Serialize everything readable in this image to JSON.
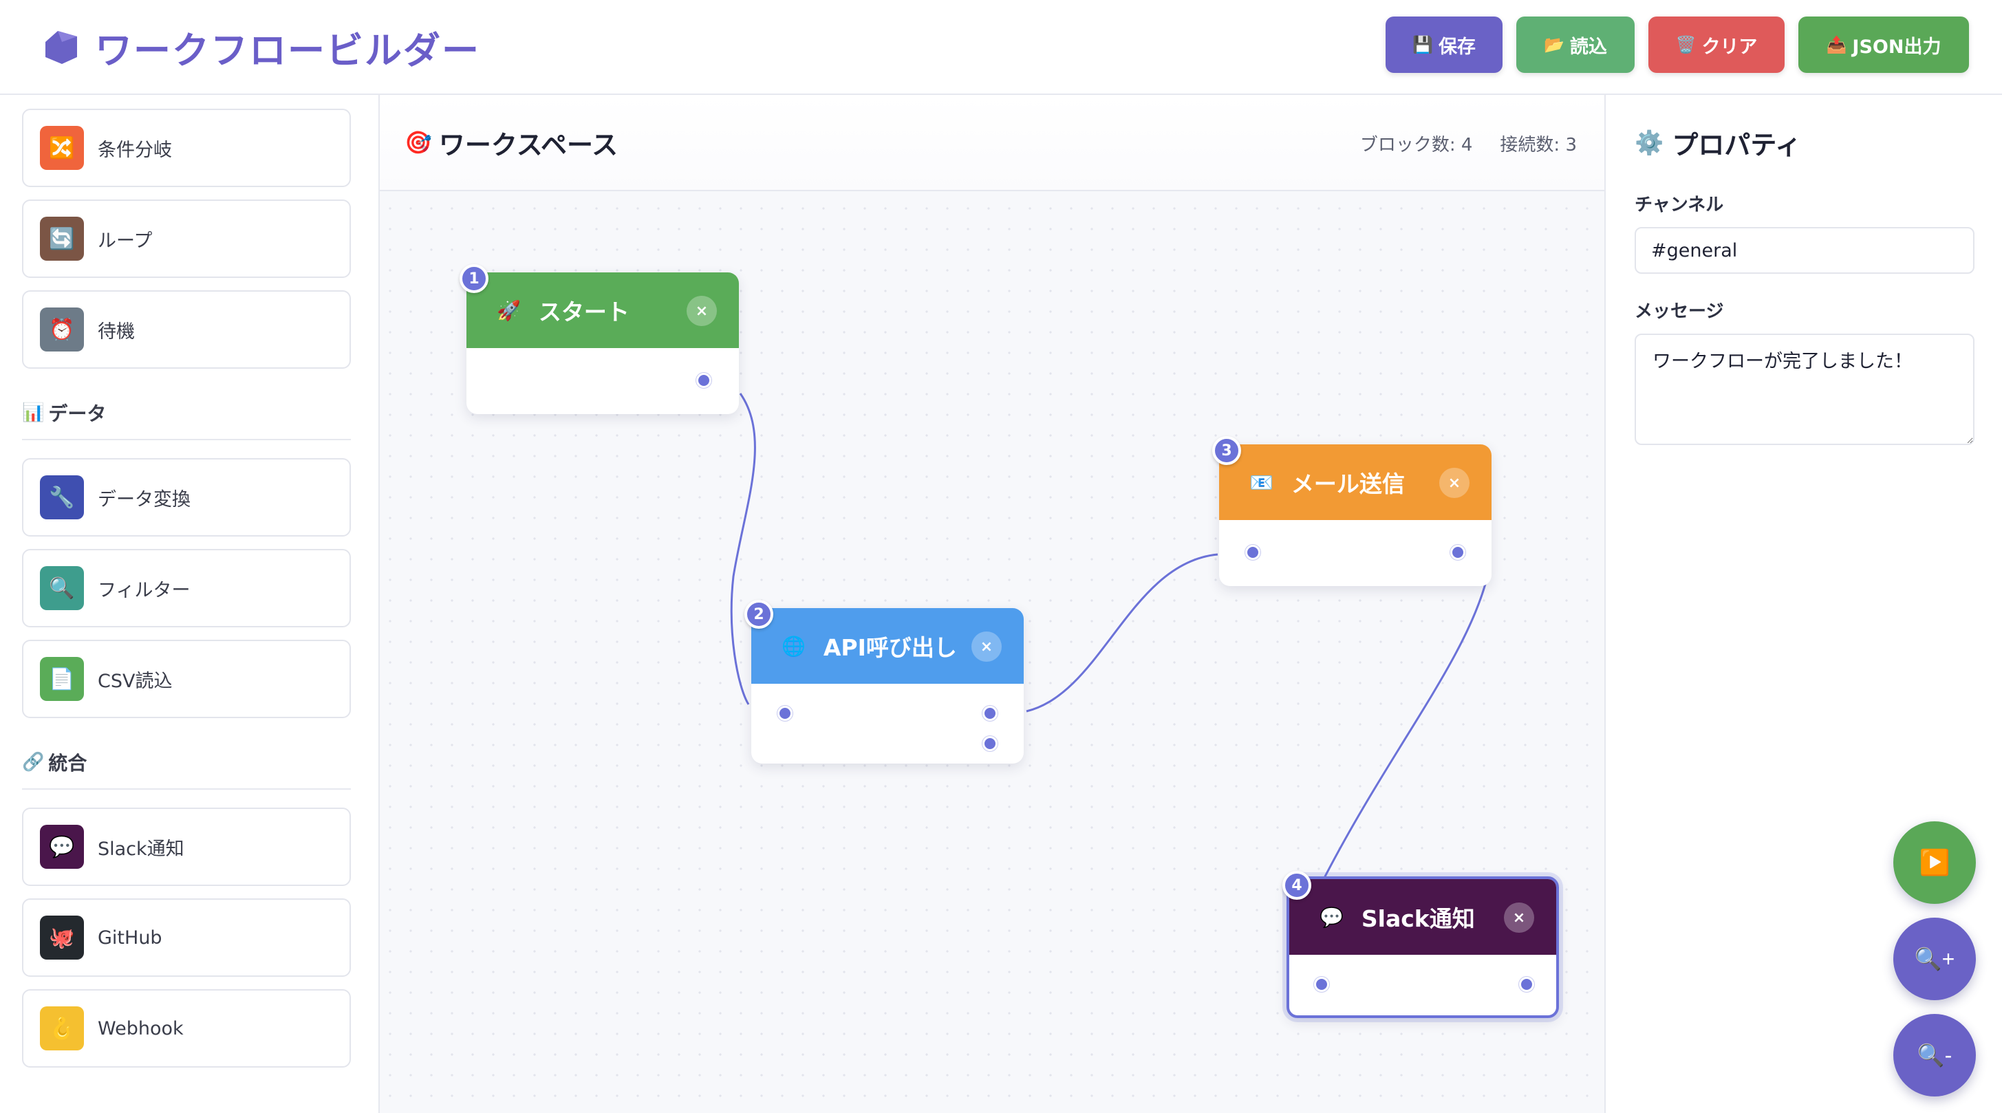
{
  "header": {
    "title": "ワークフロービルダー",
    "buttons": {
      "save": {
        "icon": "💾",
        "label": "保存"
      },
      "load": {
        "icon": "📂",
        "label": "読込"
      },
      "clear": {
        "icon": "🗑️",
        "label": "クリア"
      },
      "json": {
        "icon": "📤",
        "label": "JSON出力"
      }
    }
  },
  "sidebar": {
    "items_top": [
      {
        "label": "条件分岐",
        "icon": "🔀",
        "color": "#f0643c"
      },
      {
        "label": "ループ",
        "icon": "🔄",
        "color": "#7b5545"
      },
      {
        "label": "待機",
        "icon": "⏰",
        "color": "#6d7b88"
      }
    ],
    "data_category": {
      "icon": "📊",
      "label": "データ"
    },
    "items_data": [
      {
        "label": "データ変換",
        "icon": "🔧",
        "color": "#3f4fb0"
      },
      {
        "label": "フィルター",
        "icon": "🔍",
        "color": "#3e9d8d"
      },
      {
        "label": "CSV読込",
        "icon": "📄",
        "color": "#5aac58"
      }
    ],
    "integration_category": {
      "icon": "🔗",
      "label": "統合"
    },
    "items_integration": [
      {
        "label": "Slack通知",
        "icon": "💬",
        "color": "#4a164b"
      },
      {
        "label": "GitHub",
        "icon": "🐙",
        "color": "#24292e"
      },
      {
        "label": "Webhook",
        "icon": "🪝",
        "color": "#f5c030"
      }
    ]
  },
  "workspace": {
    "title": "ワークスペース",
    "title_icon": "🎯",
    "block_count": "ブロック数: 4",
    "connection_count": "接続数: 3",
    "nodes": [
      {
        "badge": "1",
        "title": "スタート",
        "icon": "🚀",
        "color": "#5aac58"
      },
      {
        "badge": "2",
        "title": "API呼び出し",
        "icon": "🌐",
        "color": "#4f9ded"
      },
      {
        "badge": "3",
        "title": "メール送信",
        "icon": "📧",
        "color": "#f29a34"
      },
      {
        "badge": "4",
        "title": "Slack通知",
        "icon": "💬",
        "color": "#4a164b"
      }
    ],
    "close_symbol": "×"
  },
  "properties": {
    "title": "プロパティ",
    "title_icon": "⚙️",
    "channel_label": "チャンネル",
    "channel_value": "#general",
    "message_label": "メッセージ",
    "message_value": "ワークフローが完了しました！"
  },
  "fabs": {
    "run_icon": "▶️",
    "zoom_in_icon": "🔍+",
    "zoom_out_icon": "🔍-"
  }
}
